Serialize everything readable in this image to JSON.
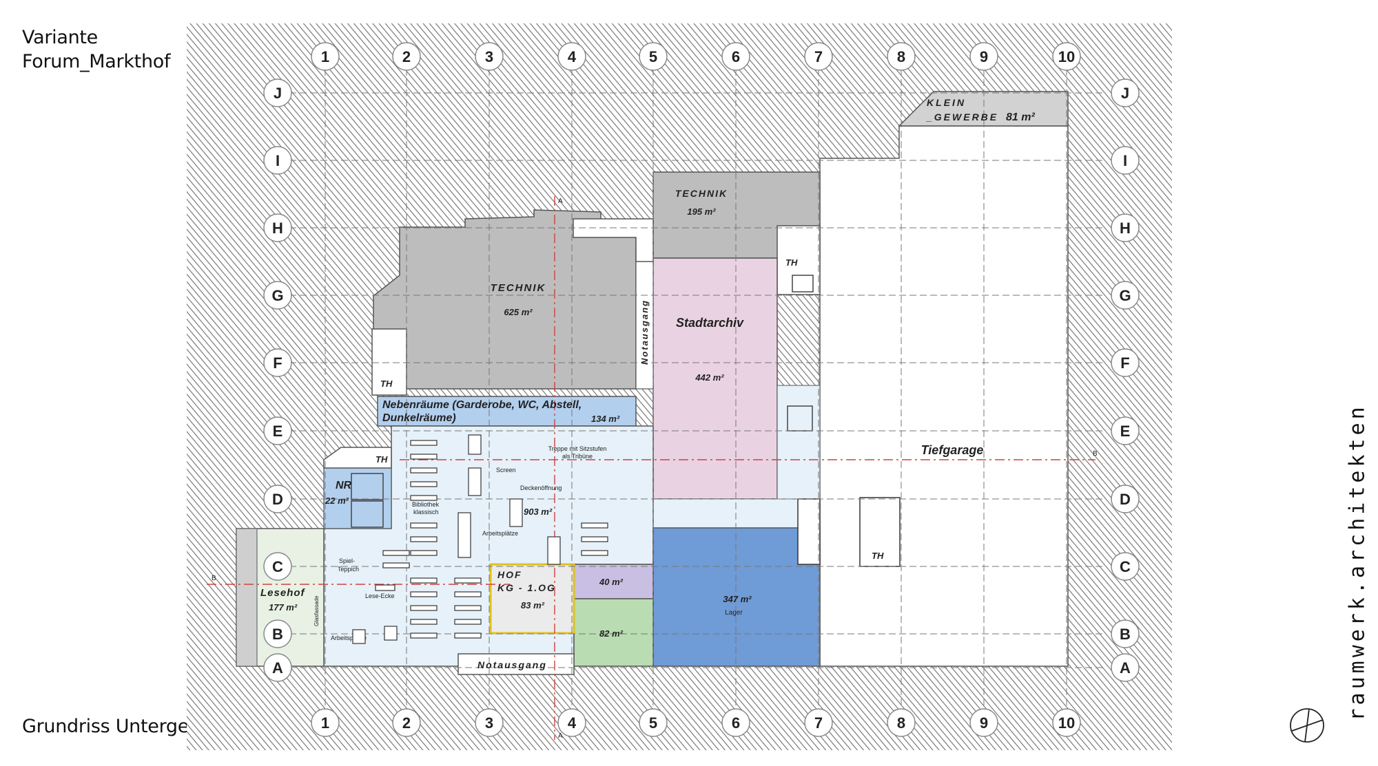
{
  "header": {
    "line1": "Variante",
    "line2": "Forum_Markthof"
  },
  "footer": {
    "title": "Grundriss Untergeschoss"
  },
  "brand": {
    "text": "raumwerk.architekten"
  },
  "grid": {
    "columns": [
      "1",
      "2",
      "3",
      "4",
      "5",
      "6",
      "7",
      "8",
      "9",
      "10"
    ],
    "rows": [
      "J",
      "I",
      "H",
      "G",
      "F",
      "E",
      "D",
      "C",
      "B",
      "A"
    ]
  },
  "rooms": {
    "klein_gewerbe": {
      "name1": "KLEIN",
      "name2": "_GEWERBE",
      "area": "81 m²"
    },
    "technik_east": {
      "name": "TECHNIK",
      "area": "195 m²"
    },
    "technik_main": {
      "name": "TECHNIK",
      "area": "625 m²"
    },
    "stadtarchiv": {
      "name": "Stadtarchiv",
      "area": "442 m²"
    },
    "nebenraeume": {
      "name1": "Nebenräume (Garderobe, WC, Abstell,",
      "name2": "Dunkelräume)",
      "area": "134 m²"
    },
    "notausgang_v": {
      "name": "Notausgang"
    },
    "tiefgarage": {
      "name": "Tiefgarage"
    },
    "nr": {
      "name": "NR",
      "area": "22 m²"
    },
    "bibliothek": {
      "area": "903 m²",
      "screen": "Screen",
      "decke": "Deckenöffnung",
      "biblio1": "Bibliothek",
      "biblio2": "klassisch",
      "arbeit": "Arbeitsplätze",
      "spiel1": "Spiel-",
      "spiel2": "Teppich",
      "lese": "Lese-Ecke",
      "arbeit2": "Arbeitsplätze",
      "treppe1": "Treppe mit Sitzstufen",
      "treppe2": "als Tribüne"
    },
    "hof": {
      "name1": "HOF",
      "name2": "KG - 1.OG",
      "area": "83 m²"
    },
    "r40": {
      "area": "40 m²"
    },
    "r82": {
      "area": "82 m²"
    },
    "lager": {
      "area": "347 m²",
      "name": "Lager"
    },
    "lesehof": {
      "name": "Lesehof",
      "area": "177 m²",
      "glas": "Glasfassade"
    },
    "notausgang_h": {
      "name": "Notausgang"
    }
  },
  "stairs": {
    "label": "TH"
  },
  "section_marks": {
    "a": "A",
    "b": "B"
  },
  "colors": {
    "technik": "#bdbdbd",
    "stadtarchiv": "#e9d3e3",
    "nebenraeume": "#b3cfee",
    "library": "#e6f1f9",
    "lager": "#6f9bd6",
    "r40": "#c9bfe2",
    "r82": "#b9dcb2",
    "lesehof": "#e8f1e4",
    "hof_border": "#e0c21c"
  }
}
